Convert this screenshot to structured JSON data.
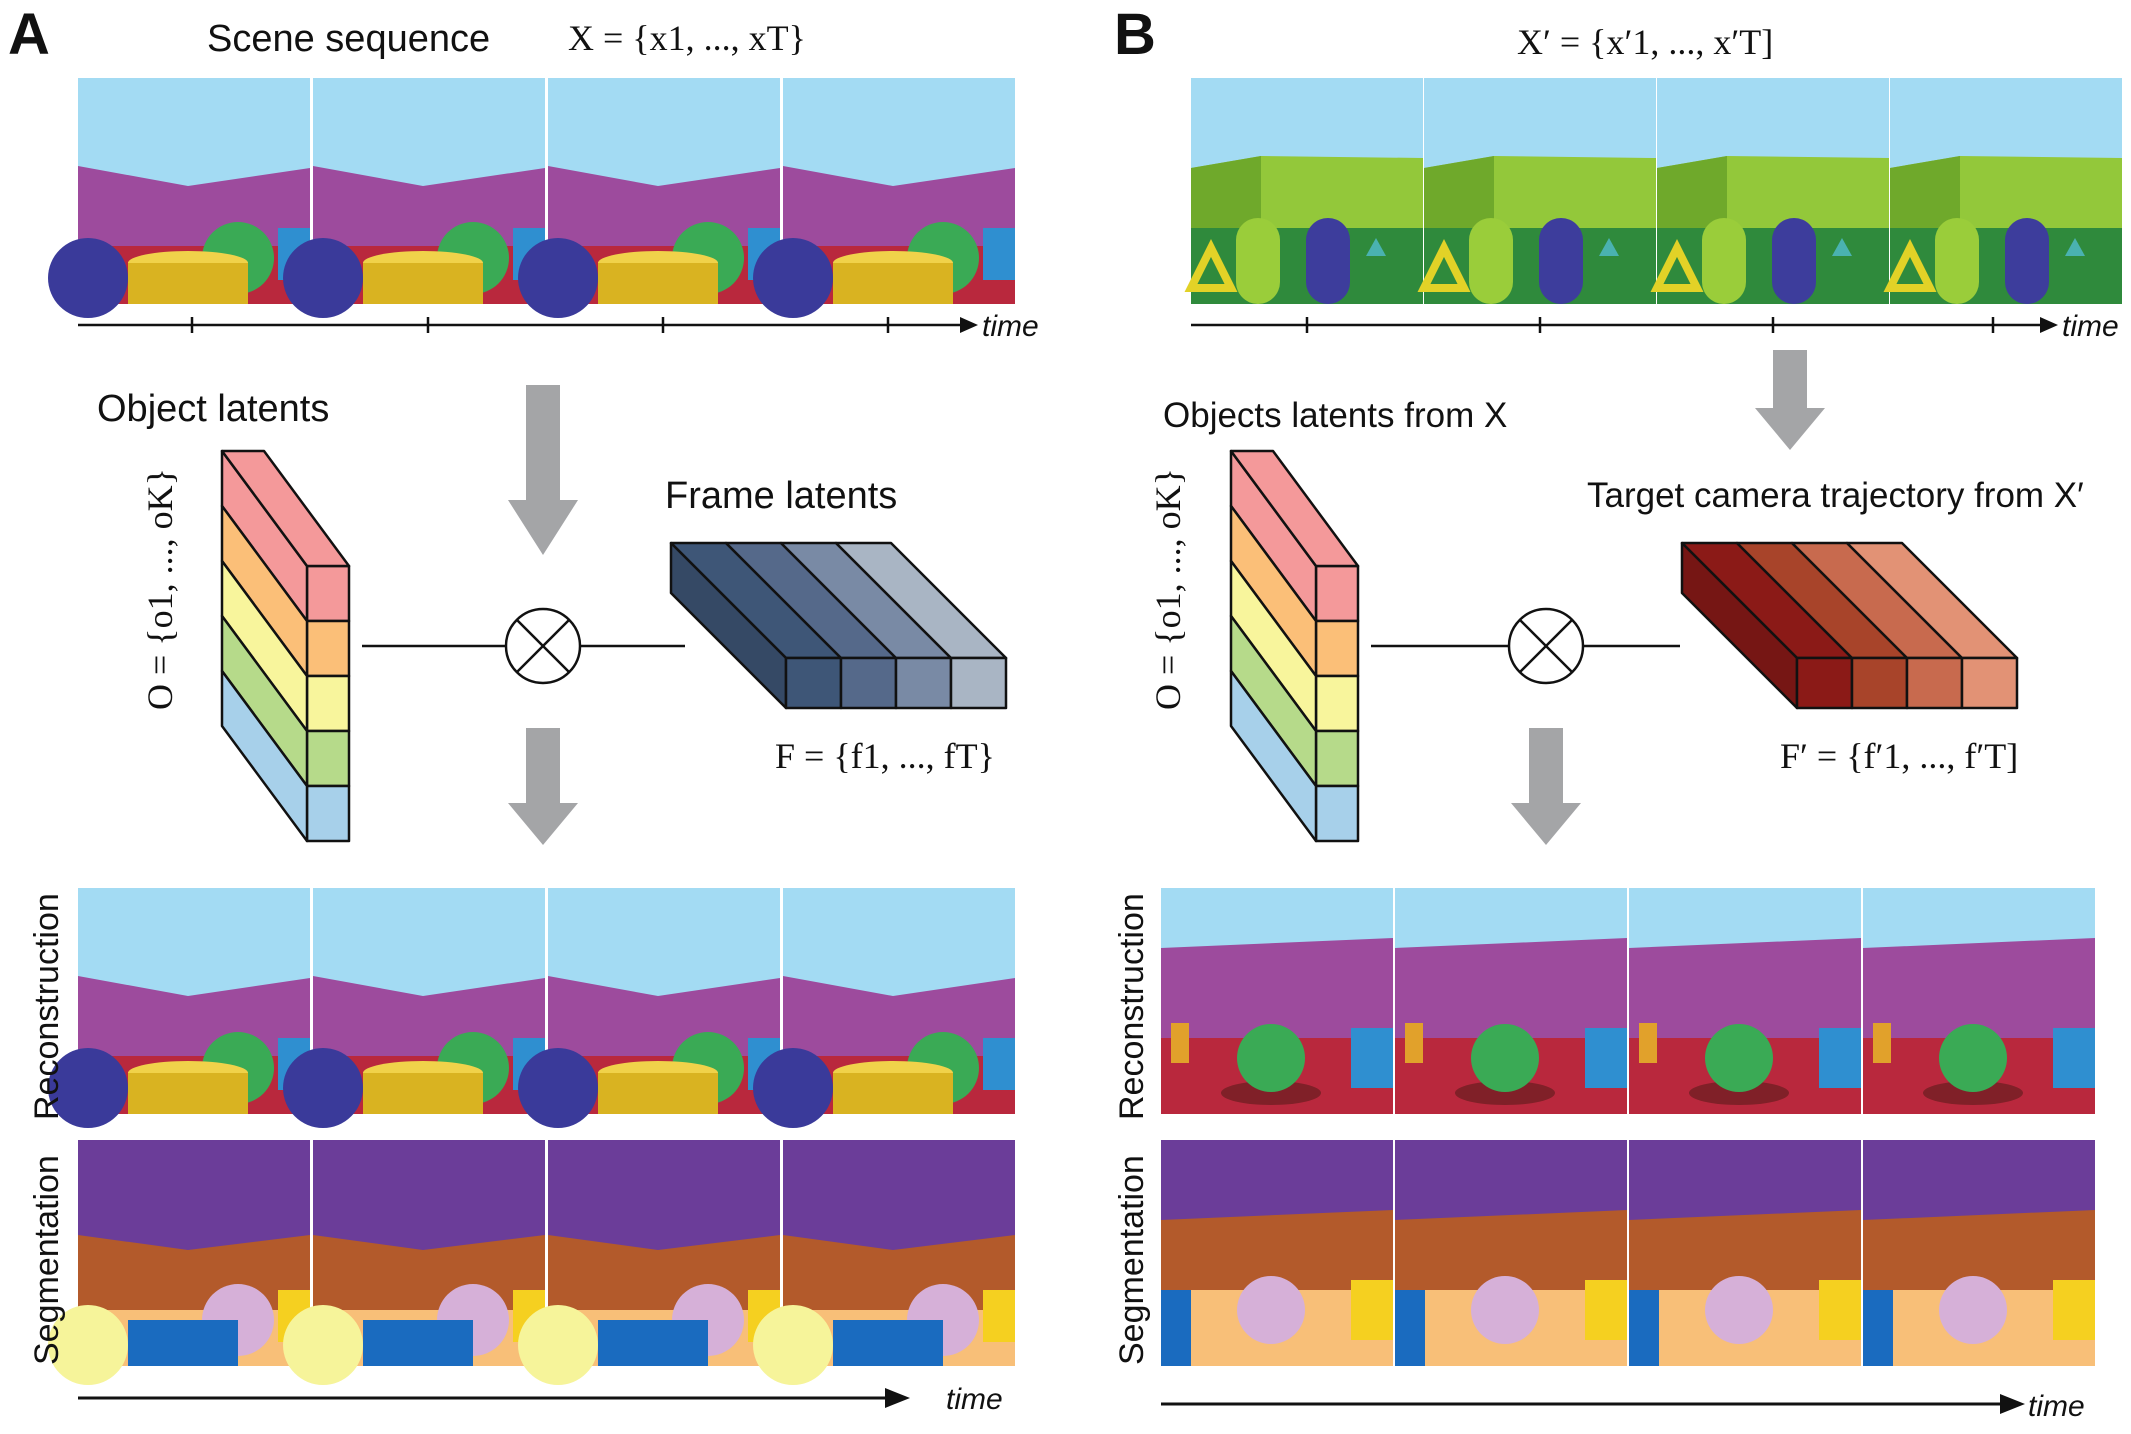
{
  "panelA": {
    "letter": "A",
    "scene_title": "Scene sequence",
    "scene_formula": "X = {x1, ..., xT}",
    "time_top": "time",
    "object_latents": "Object latents",
    "o_formula": "O = {o1, ..., oK}",
    "frame_latents": "Frame latents",
    "f_formula": "F = {f1, ..., fT}",
    "reconstruction": "Reconstruction",
    "segmentation": "Segmentation",
    "time_bottom": "time"
  },
  "panelB": {
    "letter": "B",
    "scene_formula": "X′ = {x′1, ..., x′T]",
    "time_top": "time",
    "objects_from_x": "Objects latents from X",
    "o_formula": "O = {o1, ..., oK}",
    "target_camera": "Target camera trajectory from X′",
    "f_formula": "F′ = {f′1, ..., f′T]",
    "reconstruction": "Reconstruction",
    "segmentation": "Segmentation",
    "time_bottom": "time"
  },
  "colors": {
    "object_slots": [
      "#f4999a",
      "#fbbf78",
      "#f8f59c",
      "#b6da8a",
      "#a7d0ea"
    ],
    "frame_latents_A": [
      "#3e5677",
      "#55698a",
      "#798aa5",
      "#a9b5c4"
    ],
    "frame_latents_B": [
      "#8b1a17",
      "#a8442a",
      "#c86a4e",
      "#e29275"
    ],
    "sky": "#a3dbf3",
    "wall_purple": "#9d4b9d",
    "floor_red": "#b9283d",
    "wall_green": "#9acd3a",
    "seg_purple": "#6b3d99",
    "seg_brown": "#b35a2b",
    "seg_floor": "#f8bf78",
    "arrow_gray": "#a4a5a7"
  }
}
